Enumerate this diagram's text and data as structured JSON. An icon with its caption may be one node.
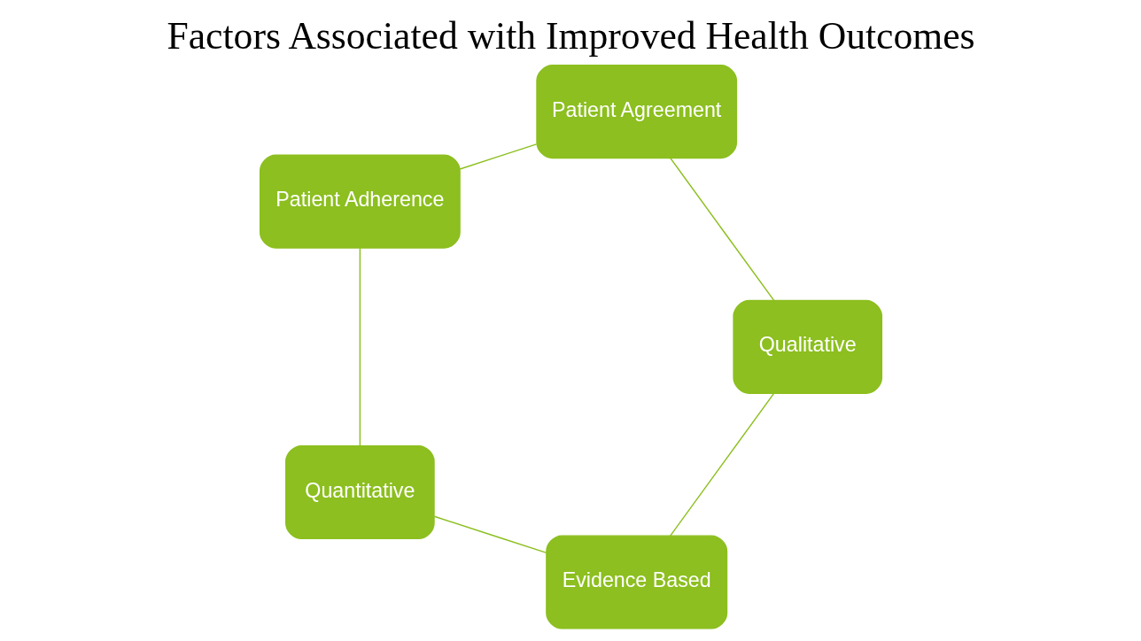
{
  "diagram": {
    "title": "Factors Associated with Improved Health Outcomes",
    "nodes": [
      {
        "text": [
          "Evidence Based"
        ]
      },
      {
        "text": [
          "Quantitative"
        ]
      },
      {
        "text": [
          "Patient Adherence"
        ]
      },
      {
        "text": [
          "Patient Agreement"
        ]
      },
      {
        "text": [
          "Qualitative"
        ]
      }
    ],
    "edges": [
      {
        "from": 0,
        "to": 1,
        "arrow": "none"
      },
      {
        "from": 1,
        "to": 2,
        "arrow": "none"
      },
      {
        "from": 2,
        "to": 3,
        "arrow": "none"
      },
      {
        "from": 3,
        "to": 4,
        "arrow": "none"
      },
      {
        "from": 4,
        "to": 0,
        "arrow": "none"
      }
    ]
  }
}
